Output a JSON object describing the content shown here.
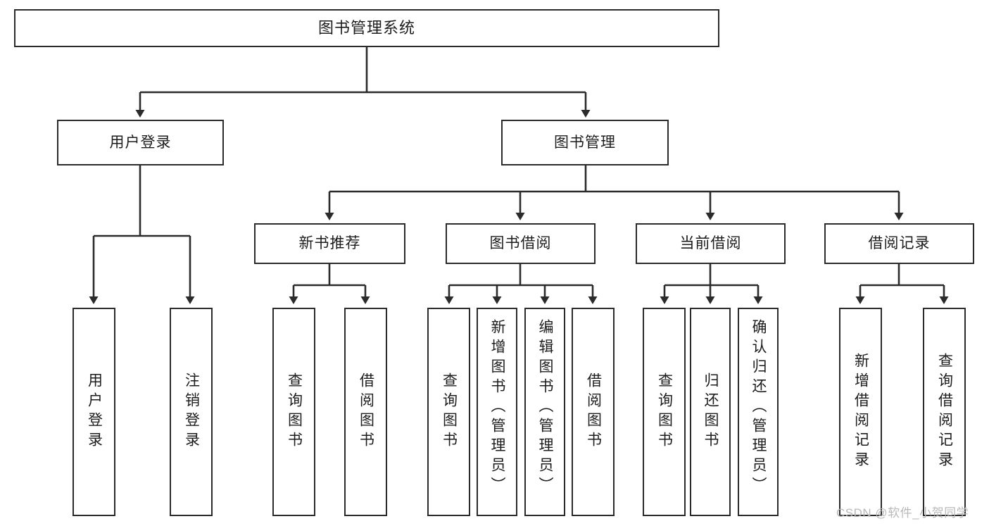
{
  "diagram": {
    "title": "图书管理系统",
    "type": "tree-hierarchy",
    "watermark": "CSDN @软件_小贺同学",
    "colors": {
      "border": "#2b2b2b",
      "background": "#ffffff",
      "text": "#1c1c1c",
      "connector": "#2b2b2b",
      "watermark": "#b9b9b9"
    }
  },
  "nodes": {
    "root": {
      "label": "图书管理系统"
    },
    "level2": [
      {
        "id": "user-login",
        "label": "用户登录"
      },
      {
        "id": "book-management",
        "label": "图书管理"
      }
    ],
    "level3": [
      {
        "id": "new-book-recommend",
        "label": "新书推荐"
      },
      {
        "id": "book-borrow",
        "label": "图书借阅"
      },
      {
        "id": "current-borrow",
        "label": "当前借阅"
      },
      {
        "id": "borrow-record",
        "label": "借阅记录"
      }
    ],
    "leaves": {
      "user_login": [
        {
          "id": "leaf-user-login",
          "label": "用户登录"
        },
        {
          "id": "leaf-logout",
          "label": "注销登录"
        }
      ],
      "new_book_recommend": [
        {
          "id": "leaf-query-book-1",
          "label": "查询图书"
        },
        {
          "id": "leaf-borrow-book-1",
          "label": "借阅图书"
        }
      ],
      "book_borrow": [
        {
          "id": "leaf-query-book-2",
          "label": "查询图书"
        },
        {
          "id": "leaf-add-book",
          "label": "新增图书（管理员）"
        },
        {
          "id": "leaf-edit-book",
          "label": "编辑图书（管理员）"
        },
        {
          "id": "leaf-borrow-book-2",
          "label": "借阅图书"
        }
      ],
      "current_borrow": [
        {
          "id": "leaf-query-book-3",
          "label": "查询图书"
        },
        {
          "id": "leaf-return-book",
          "label": "归还图书"
        },
        {
          "id": "leaf-confirm-return",
          "label": "确认归还（管理员）"
        }
      ],
      "borrow_record": [
        {
          "id": "leaf-add-record",
          "label": "新增借阅记录"
        },
        {
          "id": "leaf-query-record",
          "label": "查询借阅记录"
        }
      ]
    }
  }
}
